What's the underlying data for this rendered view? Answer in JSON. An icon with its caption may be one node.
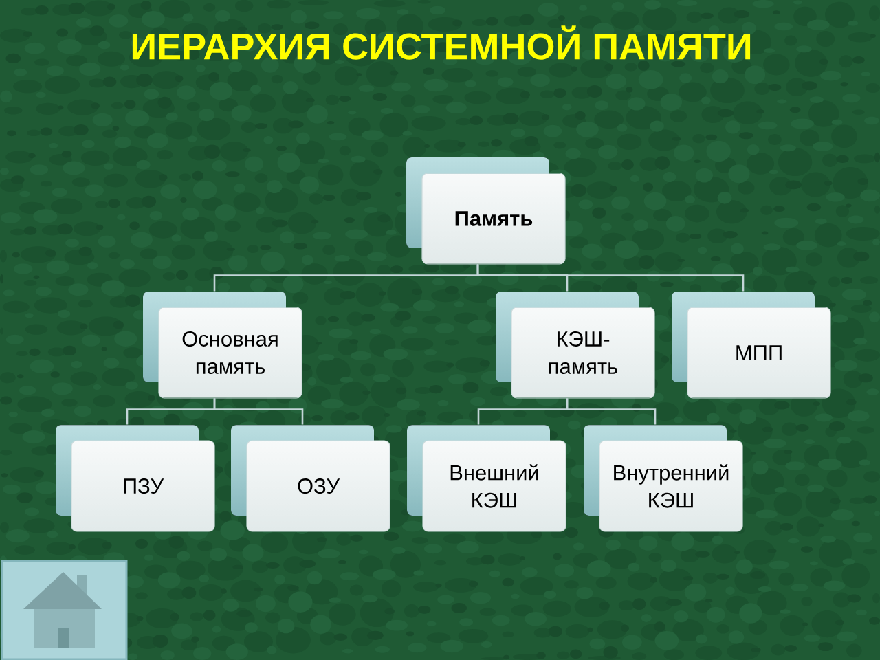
{
  "diagram": {
    "title": "ИЕРАРХИЯ СИСТЕМНОЙ ПАМЯТИ",
    "nodes": [
      {
        "text": [
          "Память"
        ]
      },
      {
        "text": [
          "Основная память"
        ]
      },
      {
        "text": [
          "КЭШ-память"
        ]
      },
      {
        "text": [
          "МПП"
        ]
      },
      {
        "text": [
          "ПЗУ"
        ]
      },
      {
        "text": [
          "ОЗУ"
        ]
      },
      {
        "text": [
          "Внешний КЭШ"
        ]
      },
      {
        "text": [
          "Внутренний КЭШ"
        ]
      }
    ],
    "edges": [
      {
        "from": 0,
        "to": 1,
        "arrow": "none"
      },
      {
        "from": 0,
        "to": 2,
        "arrow": "none"
      },
      {
        "from": 0,
        "to": 3,
        "arrow": "none"
      },
      {
        "from": 1,
        "to": 4,
        "arrow": "none"
      },
      {
        "from": 1,
        "to": 5,
        "arrow": "none"
      },
      {
        "from": 2,
        "to": 6,
        "arrow": "none"
      },
      {
        "from": 2,
        "to": 7,
        "arrow": "none"
      }
    ]
  }
}
